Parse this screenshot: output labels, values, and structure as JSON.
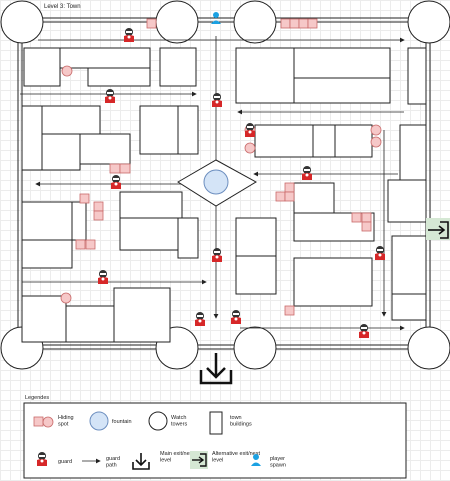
{
  "title": "Level 3: Town",
  "legend": {
    "header": "Legendes",
    "hiding_spot": "Hiding spot",
    "fountain": "fountain",
    "watch_towers": "Watch towers",
    "town_buildings": "town buildings",
    "guard": "guard",
    "guard_path": "guard path",
    "main_exit": "Main exit/next level",
    "alt_exit": "Alternative exit/next level",
    "player_spawn": "player spawn"
  },
  "colors": {
    "hiding_spot": "#f6c8c8",
    "fountain": "#d4e4f7",
    "guard": "#d62728",
    "player": "#1ba1e2",
    "alt_exit": "#d5e8d4"
  }
}
